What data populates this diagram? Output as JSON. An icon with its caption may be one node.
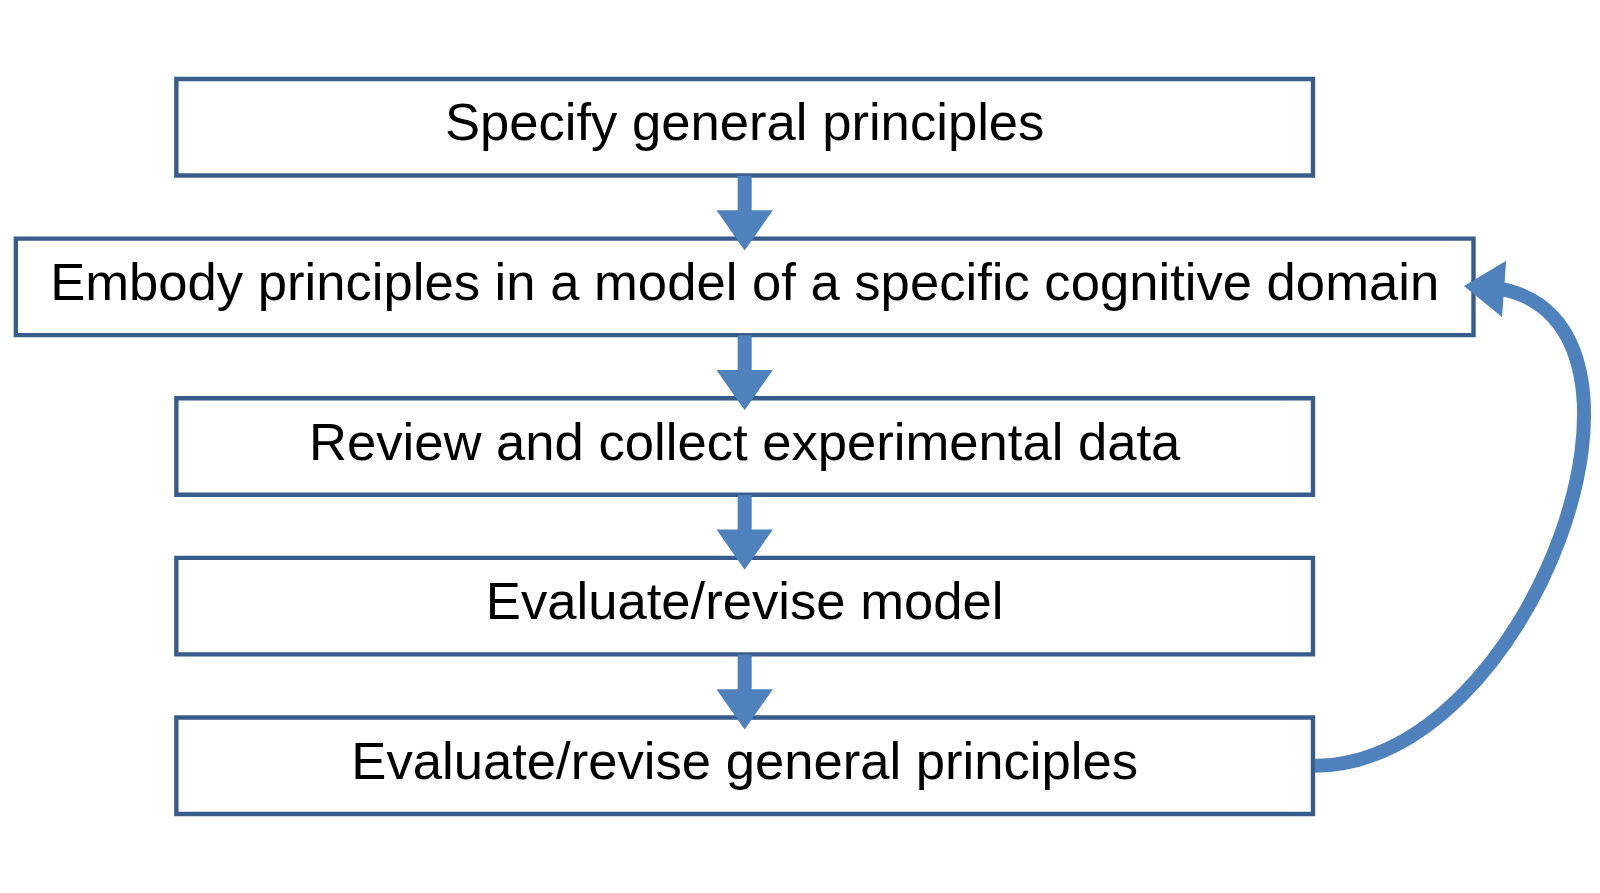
{
  "diagram": {
    "nodes": [
      {
        "text": [
          "Specify general principles"
        ]
      },
      {
        "text": [
          "Embody principles in a model of a specific cognitive domain"
        ]
      },
      {
        "text": [
          "Review and collect experimental data"
        ]
      },
      {
        "text": [
          "Evaluate/revise model"
        ]
      },
      {
        "text": [
          "Evaluate/revise general principles"
        ]
      }
    ],
    "edges": [
      {
        "from": 0,
        "to": 1,
        "arrow": "to"
      },
      {
        "from": 1,
        "to": 2,
        "arrow": "to"
      },
      {
        "from": 2,
        "to": 3,
        "arrow": "to"
      },
      {
        "from": 3,
        "to": 4,
        "arrow": "to"
      },
      {
        "from": 4,
        "to": 1,
        "arrow": "to"
      }
    ]
  }
}
